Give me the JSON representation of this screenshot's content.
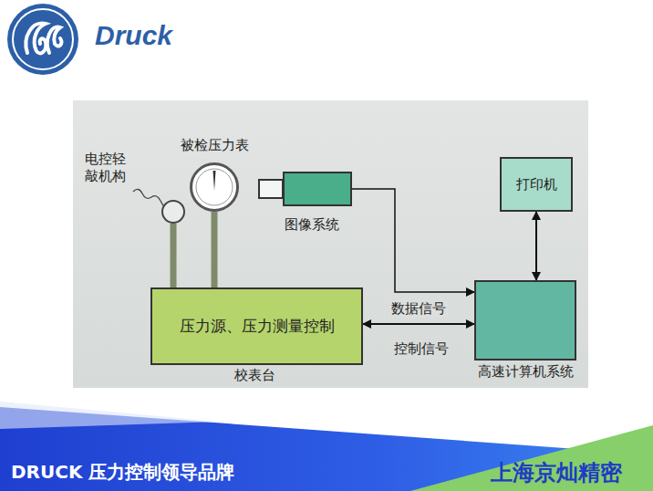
{
  "diagram": {
    "nodes": [
      {
        "text": [
          "电控轻敲机构"
        ]
      },
      {
        "text": [
          "被检压力表"
        ]
      },
      {
        "text": [
          "图像系统"
        ]
      },
      {
        "text": [
          "打印机"
        ]
      },
      {
        "text": [
          "压力源、压力测量控制",
          "校表台"
        ]
      },
      {
        "text": [
          "高速计算机系统"
        ]
      }
    ],
    "edges": [
      {
        "from": 0,
        "to": 4,
        "arrow": "none"
      },
      {
        "from": 1,
        "to": 4,
        "arrow": "none"
      },
      {
        "from": 2,
        "to": 5,
        "arrow": "to"
      },
      {
        "from": 3,
        "to": 5,
        "arrow": "both"
      },
      {
        "from": 4,
        "to": 5,
        "label": "数据信号",
        "arrow": "both"
      }
    ],
    "labels": [
      "Druck",
      "控制信号",
      "DRUCK 压力控制领导品牌",
      "上海京灿精密"
    ]
  }
}
